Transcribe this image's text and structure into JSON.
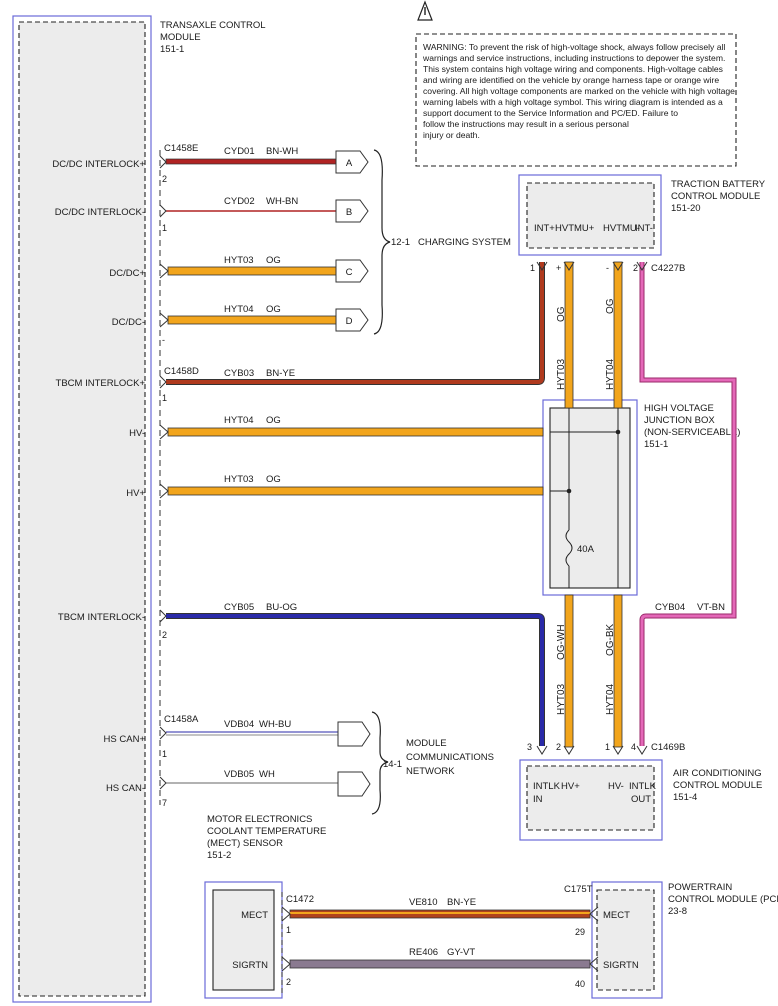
{
  "tcm": {
    "title": "TRANSAXLE CONTROL",
    "title2": "MODULE",
    "code": "151-1",
    "pins": {
      "dcdc_il_plus": "DC/DC INTERLOCK+",
      "dcdc_il_minus": "DC/DC INTERLOCK-",
      "dcdc_plus": "DC/DC+",
      "dcdc_minus": "DC/DC-",
      "tbcm_il_plus": "TBCM INTERLOCK+",
      "hv_minus": "HV-",
      "hv_plus": "HV+",
      "tbcm_il_minus": "TBCM INTERLOCK-",
      "hs_can_plus": "HS CAN+",
      "hs_can_minus": "HS CAN-"
    }
  },
  "warning": {
    "lines": [
      "WARNING: To prevent the risk of high-voltage shock, always follow precisely all",
      "warnings and service instructions, including instructions to depower the system.",
      "This system contains high voltage wiring and components. High-voltage cables",
      "and wiring are identified on the vehicle by orange harness tape or orange wire",
      "covering. All high voltage components are marked on the vehicle with high voltage",
      "warning labels with a high voltage symbol. This wiring diagram is intended as a",
      "support document to the Service Information and PC/ED. Failure to",
      "follow the instructions may result in a serious personal",
      "injury or death."
    ]
  },
  "connectors": {
    "c1458e": "C1458E",
    "c1458d": "C1458D",
    "c1458a": "C1458A",
    "c4227b": "C4227B",
    "c1469b": "C1469B",
    "c1472": "C1472",
    "c175t": "C175T"
  },
  "wires": {
    "cyd01": {
      "circuit": "CYD01",
      "color": "BN-WH"
    },
    "cyd02": {
      "circuit": "CYD02",
      "color": "WH-BN"
    },
    "hyt03_c": {
      "circuit": "HYT03",
      "color": "OG"
    },
    "hyt04_d": {
      "circuit": "HYT04",
      "color": "OG"
    },
    "cyb03": {
      "circuit": "CYB03",
      "color": "BN-YE"
    },
    "hyt04_hv": {
      "circuit": "HYT04",
      "color": "OG"
    },
    "hyt03_hv": {
      "circuit": "HYT03",
      "color": "OG"
    },
    "cyb05": {
      "circuit": "CYB05",
      "color": "BU-OG"
    },
    "vdb04": {
      "circuit": "VDB04",
      "color": "WH-BU"
    },
    "vdb05": {
      "circuit": "VDB05",
      "color": "WH"
    },
    "cyb04": {
      "circuit": "CYB04",
      "color": "VT-BN"
    },
    "ve810": {
      "circuit": "VE810",
      "color": "BN-YE"
    },
    "re406": {
      "circuit": "RE406",
      "color": "GY-VT"
    }
  },
  "vertical_wires": {
    "og_top_left": "OG",
    "hyt03_top": "HYT03",
    "og_top_right": "OG",
    "hyt04_top": "HYT04",
    "ogwh_bottom": "OG-WH",
    "hyt03_bottom": "HYT03",
    "ogbk_bottom": "OG-BK",
    "hyt04_bottom": "HYT04"
  },
  "off_page": {
    "a": "A",
    "b": "B",
    "c": "C",
    "d": "D",
    "charging_code": "12-1",
    "charging_label": "CHARGING SYSTEM",
    "network_code": "14-1",
    "network_label1": "MODULE",
    "network_label2": "COMMUNICATIONS",
    "network_label3": "NETWORK"
  },
  "tbcm": {
    "title1": "TRACTION BATTERY",
    "title2": "CONTROL MODULE",
    "code": "151-20",
    "pins": [
      "INT+",
      "HVTMU+",
      "HVTMU-",
      "INT-"
    ]
  },
  "hvjb": {
    "title1": "HIGH VOLTAGE",
    "title2": "JUNCTION BOX",
    "title3": "(NON-SERVICEABLE)",
    "code": "151-1",
    "fuse": "40A"
  },
  "acm": {
    "title1": "AIR CONDITIONING",
    "title2": "CONTROL MODULE",
    "code": "151-4",
    "pins": {
      "intlk_in_1": "INTLK",
      "intlk_in_2": "IN",
      "hv_plus": "HV+",
      "hv_minus": "HV-",
      "intlk_out_1": "INTLK",
      "intlk_out_2": "OUT"
    }
  },
  "mect": {
    "title1": "MOTOR ELECTRONICS",
    "title2": "COOLANT TEMPERATURE",
    "title3": "(MECT) SENSOR",
    "code": "151-2",
    "pin_mect": "MECT",
    "pin_sigrtn": "SIGRTN"
  },
  "pcm": {
    "title1": "POWERTRAIN",
    "title2": "CONTROL MODULE (PCM)",
    "code": "23-8",
    "pin_mect": "MECT",
    "pin_sigrtn": "SIGRTN"
  },
  "pin_numbers": {
    "p2_cyd01": "2",
    "p1_cyd02": "1",
    "p_dash": "-",
    "p1_cyb03": "1",
    "p2_cyb05": "2",
    "p1_vdb04": "1",
    "p7_vdb05": "7",
    "t1": "1",
    "t_plus": "+",
    "t_minus": "-",
    "t2": "2",
    "a3": "3",
    "a2": "2",
    "a1": "1",
    "a4": "4",
    "m1": "1",
    "m2": "2",
    "p29": "29",
    "p40": "40"
  },
  "wire_colors": {
    "bn_wh": "#b02323",
    "wh_bn": "#b02323",
    "orange": "#f2a51c",
    "bn_ye": "#b03a1e",
    "bu_og": "#2a2aa8",
    "vt_bn": "#d0459a",
    "gy_vt": "#8a7a90"
  }
}
